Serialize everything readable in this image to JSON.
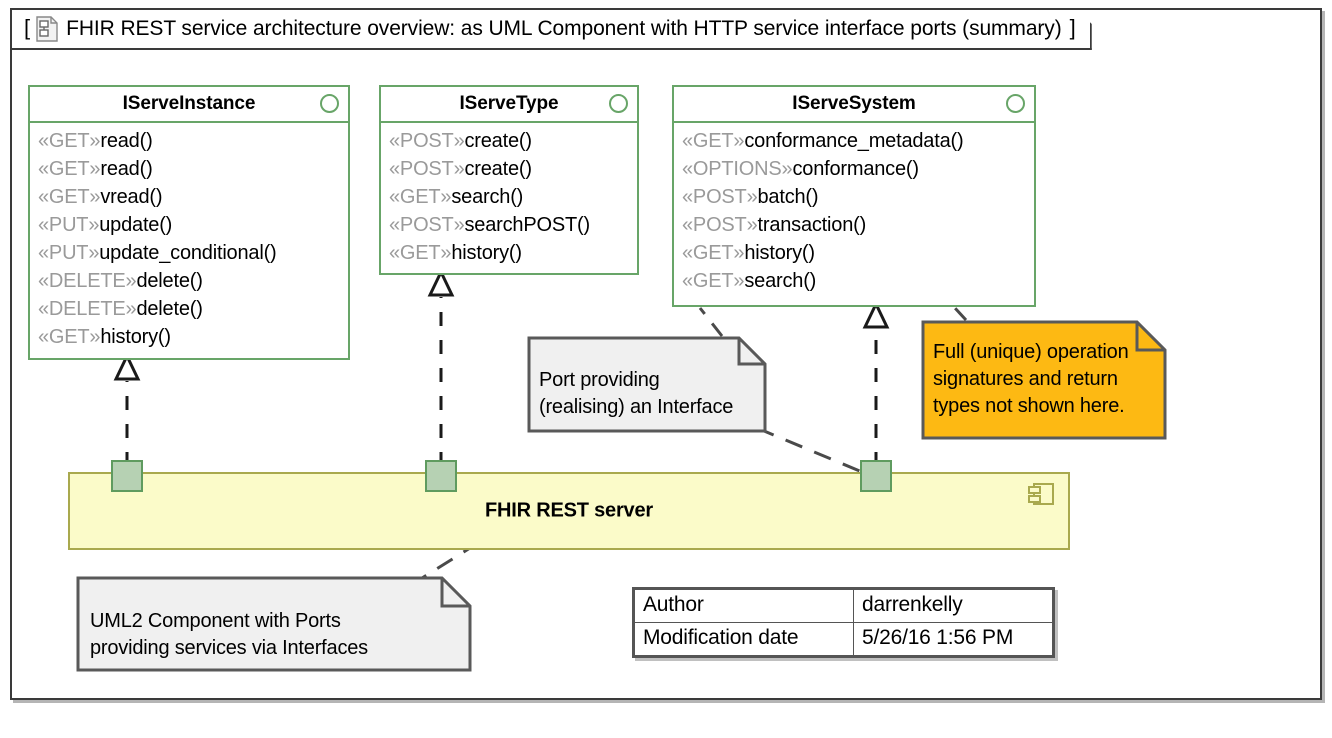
{
  "frame": {
    "icon": "uml-diagram-icon",
    "open_bracket": "[",
    "close_bracket": "]",
    "title": "FHIR REST service architecture overview: as UML Component with HTTP service interface ports (summary)"
  },
  "interfaces": [
    {
      "name": "IServeInstance",
      "lollipop": "provided-interface-icon",
      "operations": [
        {
          "stereotype": "«GET»",
          "name": "read()"
        },
        {
          "stereotype": "«GET»",
          "name": "read()"
        },
        {
          "stereotype": "«GET»",
          "name": "vread()"
        },
        {
          "stereotype": "«PUT»",
          "name": "update()"
        },
        {
          "stereotype": "«PUT»",
          "name": "update_conditional()"
        },
        {
          "stereotype": "«DELETE»",
          "name": "delete()"
        },
        {
          "stereotype": "«DELETE»",
          "name": "delete()"
        },
        {
          "stereotype": "«GET»",
          "name": "history()"
        }
      ]
    },
    {
      "name": "IServeType",
      "lollipop": "provided-interface-icon",
      "operations": [
        {
          "stereotype": "«POST»",
          "name": "create()"
        },
        {
          "stereotype": "«POST»",
          "name": "create()"
        },
        {
          "stereotype": "«GET»",
          "name": "search()"
        },
        {
          "stereotype": "«POST»",
          "name": "searchPOST()"
        },
        {
          "stereotype": "«GET»",
          "name": "history()"
        }
      ]
    },
    {
      "name": "IServeSystem",
      "lollipop": "provided-interface-icon",
      "operations": [
        {
          "stereotype": "«GET»",
          "name": "conformance_metadata()"
        },
        {
          "stereotype": "«OPTIONS»",
          "name": "conformance()"
        },
        {
          "stereotype": "«POST»",
          "name": "batch()"
        },
        {
          "stereotype": "«POST»",
          "name": "transaction()"
        },
        {
          "stereotype": "«GET»",
          "name": "history()"
        },
        {
          "stereotype": "«GET»",
          "name": "search()"
        }
      ]
    }
  ],
  "notes": {
    "port_note": {
      "lines": [
        "Port providing",
        "(realising) an Interface"
      ],
      "color": "#f0f0f0"
    },
    "signatures_note": {
      "lines": [
        "Full (unique) operation",
        "signatures and return",
        "types not shown here."
      ],
      "color": "#fdb913"
    },
    "component_note": {
      "lines": [
        "UML2 Component with Ports",
        "providing services via Interfaces"
      ],
      "color": "#f0f0f0"
    }
  },
  "component": {
    "name": "FHIR REST server",
    "icon": "uml-component-icon",
    "fill": "#fbfbc9",
    "border": "#a9a94e",
    "ports": [
      {
        "name": "port-iserveinstance"
      },
      {
        "name": "port-iservetype"
      },
      {
        "name": "port-iservesystem"
      }
    ]
  },
  "metadata_table": {
    "rows": [
      {
        "key": "Author",
        "value": "darrenkelly"
      },
      {
        "key": "Modification date",
        "value": "5/26/16 1:56 PM"
      }
    ]
  }
}
